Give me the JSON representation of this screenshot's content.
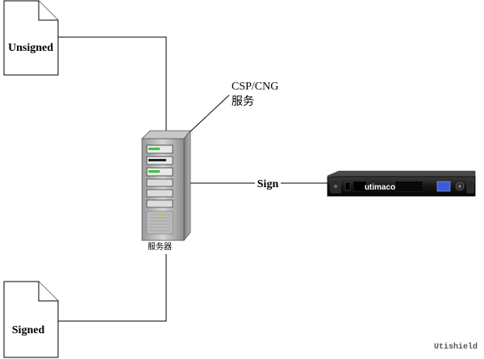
{
  "documents": {
    "unsigned": "Unsigned",
    "signed": "Signed"
  },
  "service_note": {
    "line1": "CSP/CNG",
    "line2": "服务"
  },
  "server_label": "服务器",
  "link_label": "Sign",
  "hsm_brand": "utimaco",
  "watermark": "Utishield",
  "colors": {
    "line": "#000000",
    "server_body": "#b9b9b9",
    "hsm_body": "#1c1c1c",
    "hsm_screen": "#3a5bd8",
    "led_green": "#3cc43c"
  }
}
